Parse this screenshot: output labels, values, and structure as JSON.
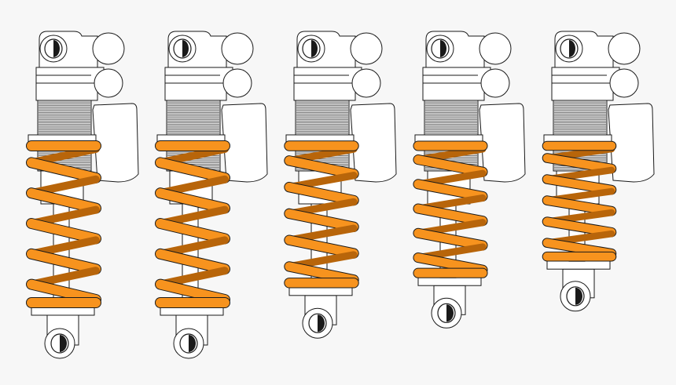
{
  "colors": {
    "background": "#f7f7f7",
    "spring": "#f7931e",
    "outline": "#1a1a1a",
    "body": "#ffffff",
    "shaft": "#ffffff",
    "threads": "#555555"
  },
  "shocks": [
    {
      "name": "shock-1",
      "compression": 0.0
    },
    {
      "name": "shock-2",
      "compression": 0.0
    },
    {
      "name": "shock-3",
      "compression": 0.3
    },
    {
      "name": "shock-4",
      "compression": 0.45
    },
    {
      "name": "shock-5",
      "compression": 0.7
    }
  ]
}
